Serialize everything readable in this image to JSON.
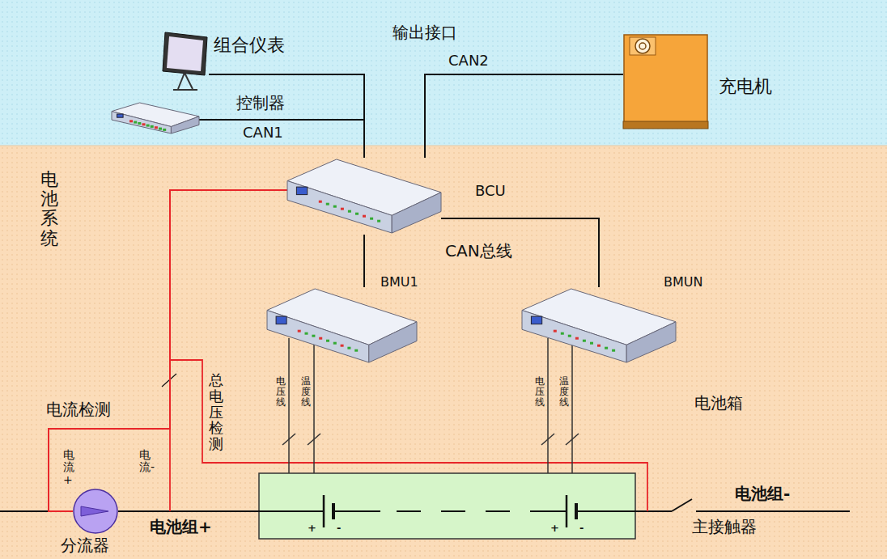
{
  "diagram": {
    "nodes": [
      {
        "text": [
          "输出接口"
        ]
      },
      {
        "text": [
          "电池系统"
        ]
      },
      {
        "text": [
          "组合仪表"
        ],
        "in": 0
      },
      {
        "text": [
          "控制器"
        ],
        "in": 0
      },
      {
        "text": [
          "充电机"
        ],
        "in": 0
      },
      {
        "text": [
          "BCU"
        ],
        "in": 1
      },
      {
        "text": [
          "BMU1"
        ],
        "in": 1
      },
      {
        "text": [
          "BMUN"
        ],
        "in": 1
      },
      {
        "text": [
          "分流器"
        ],
        "in": 1
      }
    ],
    "edges": [
      {
        "from": 2,
        "to": 5,
        "arrow": "none"
      },
      {
        "from": 3,
        "to": 5,
        "label": "CAN1",
        "arrow": "none"
      },
      {
        "from": 4,
        "to": 5,
        "label": "CAN2",
        "arrow": "none"
      },
      {
        "from": 5,
        "to": 6,
        "arrow": "none"
      },
      {
        "from": 5,
        "to": 7,
        "label": "CAN总线",
        "arrow": "none"
      },
      {
        "from": 8,
        "to": 5,
        "label": "电流检测",
        "arrow": "none"
      }
    ],
    "labels": [
      "电池箱",
      "电流+",
      "电流-",
      "总电压检测",
      "电压线",
      "温度线",
      "电压线",
      "温度线",
      "电池组+",
      "电池组-",
      "主接触器",
      "+",
      "-",
      "+",
      "-"
    ]
  }
}
